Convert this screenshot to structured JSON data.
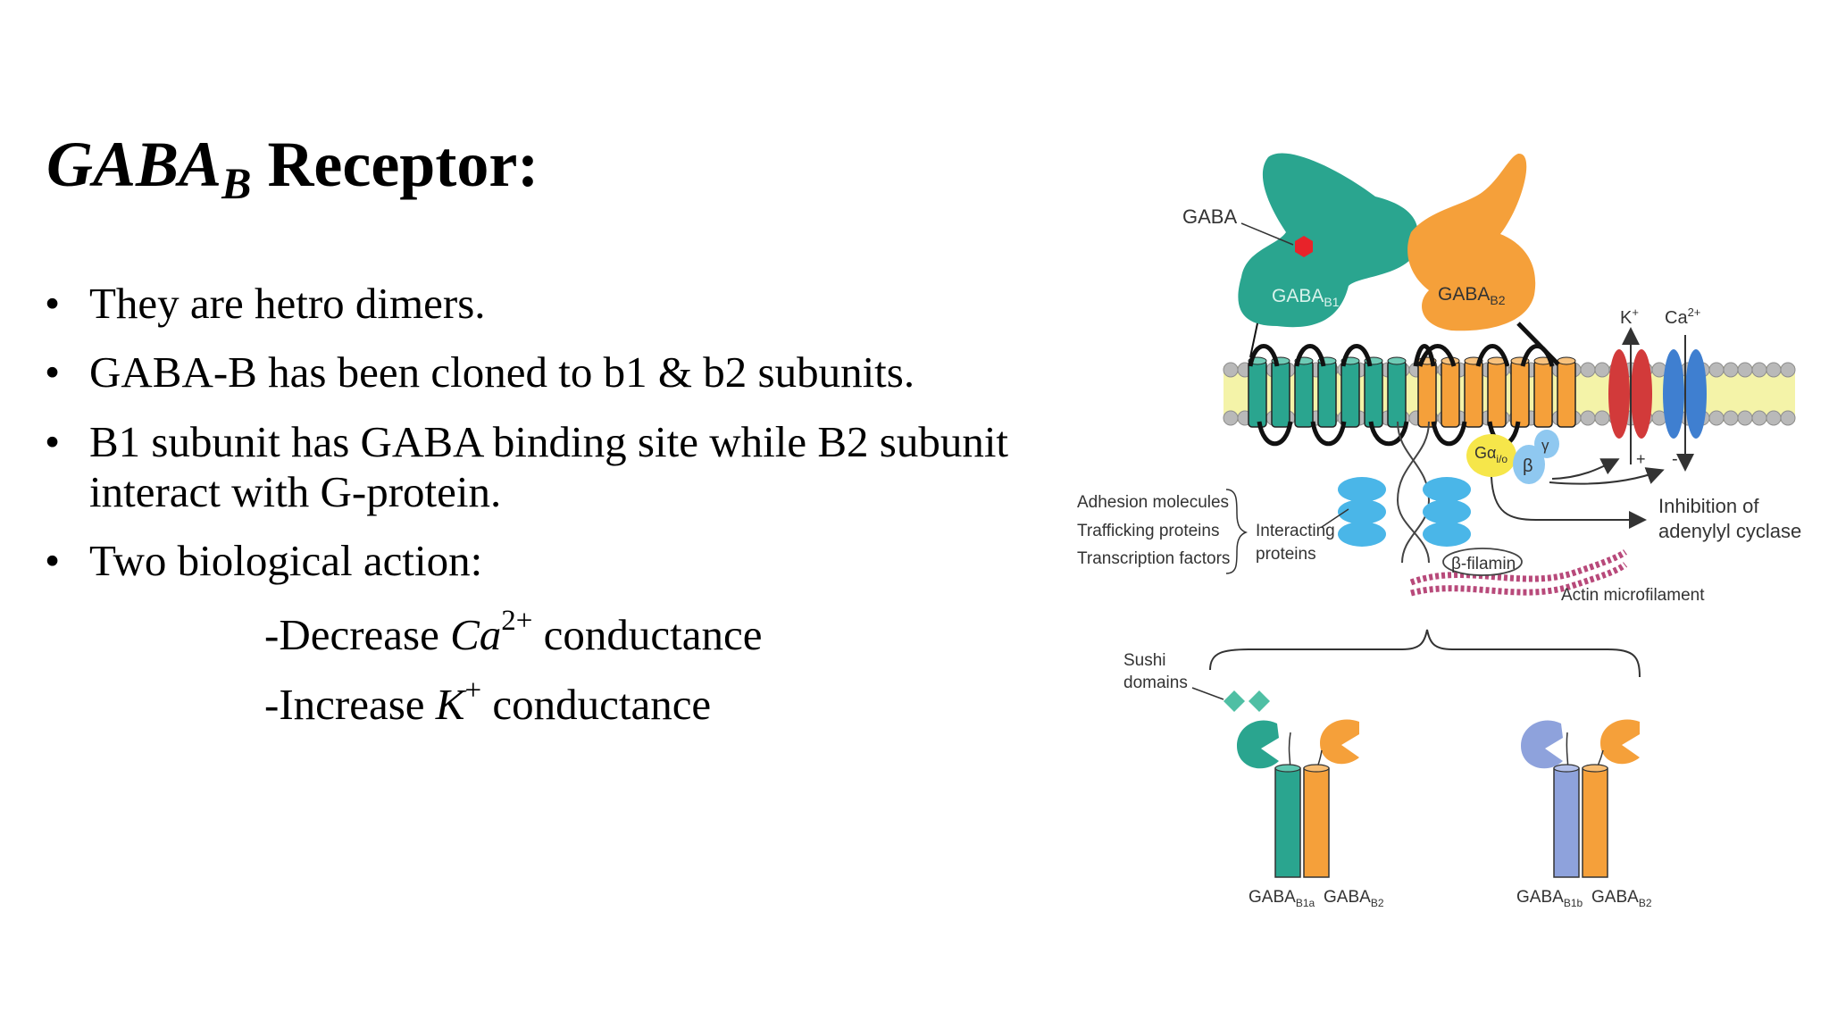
{
  "slide": {
    "title_main": "GABA",
    "title_sub": "B",
    "title_rest": " Receptor:",
    "bullets": [
      "They are hetro dimers.",
      "GABA-B  has been cloned to b1 & b2 subunits.",
      "B1 subunit has GABA binding site while B2 subunit interact with G-protein.",
      "Two biological action:"
    ],
    "actions": [
      {
        "prefix": "-Decrease ",
        "ion": "Ca",
        "charge": "2+",
        "suffix": " conductance"
      },
      {
        "prefix": "-Increase ",
        "ion": "K",
        "charge": "+",
        "suffix": " conductance"
      }
    ]
  },
  "diagram": {
    "gaba": "GABA",
    "b1_label": "GABA",
    "b1_sub": "B1",
    "b2_label": "GABA",
    "b2_sub": "B2",
    "k_ion": "K",
    "k_charge": "+",
    "ca_ion": "Ca",
    "ca_charge": "2+",
    "plus": "+",
    "minus": "-",
    "galpha": "Gα",
    "galpha_sub": "i/o",
    "beta": "β",
    "gamma": "γ",
    "inhibition_1": "Inhibition of",
    "inhibition_2": "adenylyl cyclase",
    "adhesion": "Adhesion molecules",
    "trafficking": "Trafficking proteins",
    "transcription": "Transcription factors",
    "interacting_1": "Interacting",
    "interacting_2": "proteins",
    "filamin": "β-filamin",
    "actin": "Actin microfilament",
    "sushi_1": "Sushi",
    "sushi_2": "domains",
    "iso_a_1": "GABA",
    "iso_a_1_sub": "B1a",
    "iso_a_2": "GABA",
    "iso_a_2_sub": "B2",
    "iso_b_1": "GABA",
    "iso_b_1_sub": "B1b",
    "iso_b_2": "GABA",
    "iso_b_2_sub": "B2",
    "colors": {
      "teal": "#2aa58f",
      "orange": "#f5a03a",
      "red_channel": "#d23a3a",
      "blue_channel": "#3f7fd0",
      "yellow": "#f6e64a",
      "light_blue": "#8fc8f0",
      "purple_subunit": "#8ea2dc"
    }
  }
}
